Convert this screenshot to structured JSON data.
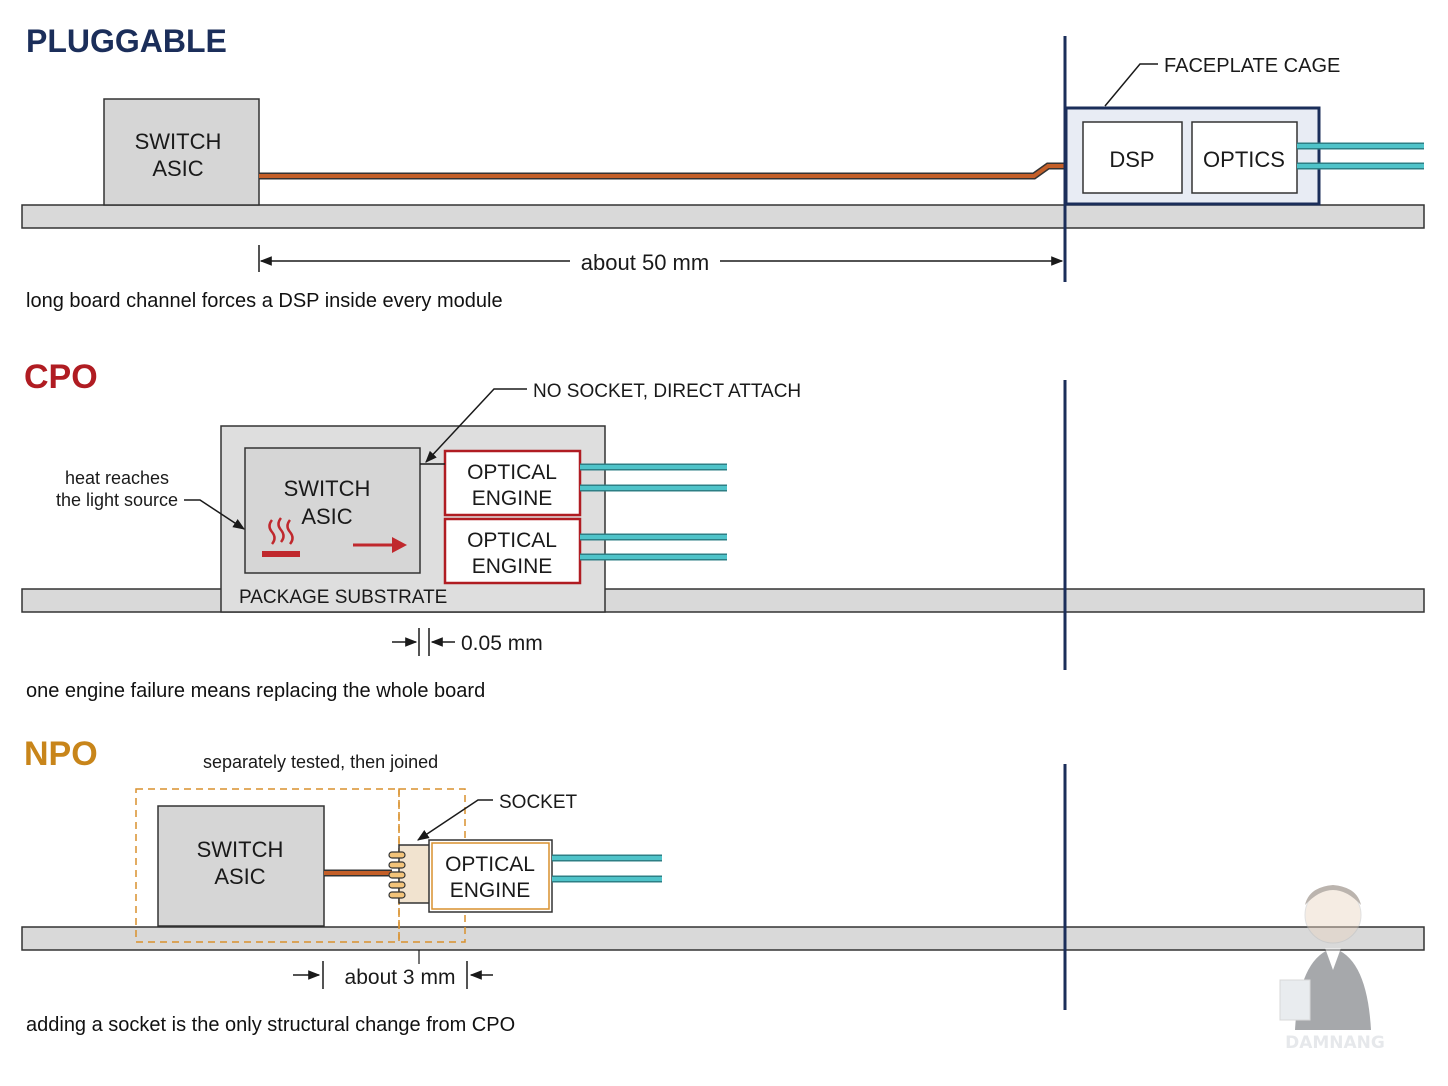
{
  "colors": {
    "pluggable_title": "#1b2e5a",
    "cpo_title": "#b01c22",
    "npo_title": "#c8851a",
    "board": "#d9d9d9",
    "chip_fill": "#d6d6d6",
    "trace": "#c45f28",
    "fiber": "#4fc3c9",
    "faceplate_line": "#1b2e5a",
    "cpo_engine_border": "#b01c22",
    "npo_border": "#d9912e",
    "heat": "#c0282d"
  },
  "pluggable": {
    "title": "PLUGGABLE",
    "switch_line1": "SWITCH",
    "switch_line2": "ASIC",
    "cage_label": "FACEPLATE CAGE",
    "dsp": "DSP",
    "optics": "OPTICS",
    "distance": "about 50 mm",
    "caption": "long board channel forces a DSP inside every module"
  },
  "cpo": {
    "title": "CPO",
    "callout": "NO SOCKET, DIRECT ATTACH",
    "heat_line1": "heat reaches",
    "heat_line2": "the light source",
    "switch_line1": "SWITCH",
    "switch_line2": "ASIC",
    "engine1_line1": "OPTICAL",
    "engine1_line2": "ENGINE",
    "engine2_line1": "OPTICAL",
    "engine2_line2": "ENGINE",
    "substrate": "PACKAGE SUBSTRATE",
    "gap": "0.05 mm",
    "caption": "one engine failure means replacing the whole board"
  },
  "npo": {
    "title": "NPO",
    "tested": "separately tested, then joined",
    "socket": "SOCKET",
    "switch_line1": "SWITCH",
    "switch_line2": "ASIC",
    "engine_line1": "OPTICAL",
    "engine_line2": "ENGINE",
    "distance": "about 3 mm",
    "caption": "adding a socket is the only structural change from CPO"
  },
  "watermark": "DAMNANG"
}
